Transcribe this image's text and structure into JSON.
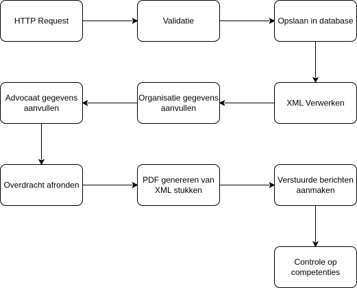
{
  "diagram": {
    "nodes": [
      {
        "id": "http-request",
        "lines": [
          "HTTP Request"
        ]
      },
      {
        "id": "validatie",
        "lines": [
          "Validatie"
        ]
      },
      {
        "id": "opslaan",
        "lines": [
          "Opslaan in database"
        ]
      },
      {
        "id": "xml-verwerken",
        "lines": [
          "XML Verwerken"
        ]
      },
      {
        "id": "organisatie",
        "lines": [
          "Organisatie gegevens",
          "aanvullen"
        ]
      },
      {
        "id": "advocaat",
        "lines": [
          "Advocaat gegevens",
          "aanvullen"
        ]
      },
      {
        "id": "overdracht",
        "lines": [
          "Overdracht afronden"
        ]
      },
      {
        "id": "pdf",
        "lines": [
          "PDF genereren van",
          "XML stukken"
        ]
      },
      {
        "id": "berichten",
        "lines": [
          "Verstuurde berichten",
          "aanmaken"
        ]
      },
      {
        "id": "controle",
        "lines": [
          "Controle op",
          "competenties"
        ]
      }
    ],
    "edges": [
      {
        "from": "http-request",
        "to": "validatie"
      },
      {
        "from": "validatie",
        "to": "opslaan"
      },
      {
        "from": "opslaan",
        "to": "xml-verwerken"
      },
      {
        "from": "xml-verwerken",
        "to": "organisatie"
      },
      {
        "from": "organisatie",
        "to": "advocaat"
      },
      {
        "from": "advocaat",
        "to": "overdracht"
      },
      {
        "from": "overdracht",
        "to": "pdf"
      },
      {
        "from": "pdf",
        "to": "berichten"
      },
      {
        "from": "berichten",
        "to": "controle"
      }
    ]
  }
}
